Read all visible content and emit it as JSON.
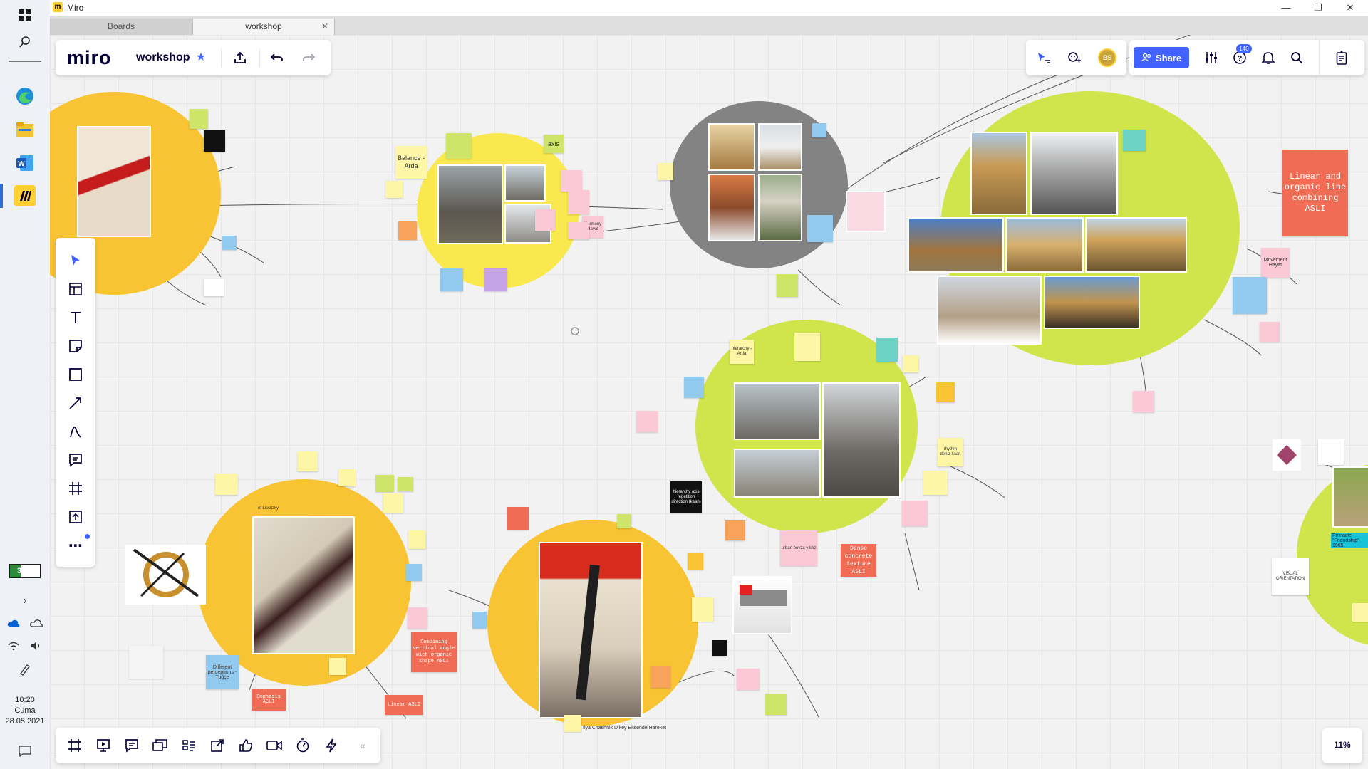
{
  "window": {
    "title": "Miro",
    "logo_glyph": "m",
    "controls": {
      "minimize": "—",
      "maximize": "❐",
      "close": "✕"
    }
  },
  "tabs": [
    {
      "label": "Boards",
      "active": false
    },
    {
      "label": "workshop",
      "active": true,
      "close": "✕"
    }
  ],
  "taskbar": {
    "battery_percent": "37%",
    "battery_level": 0.37,
    "clock_time": "10:20",
    "clock_day": "Cuma",
    "clock_date": "28.05.2021",
    "apps": [
      "windows-start",
      "search",
      "edge",
      "file-explorer",
      "word",
      "miro"
    ]
  },
  "toolbar": {
    "logo": "miro",
    "board_name": "workshop",
    "star_glyph": "★",
    "share_label": "Share",
    "avatar_initials": "BS",
    "help_badge": "140"
  },
  "zoom": {
    "level": "11%"
  },
  "canvas": {
    "notes": {
      "balance": "Balance -Arda",
      "axis": "axis",
      "linear_organic": "Linear and organic line combining ASLI",
      "movement": "Movement Hayat",
      "dense_concrete": "Dense concrete texture ASLI",
      "combining_vertical": "Combining vertical angle with organic shape ASLI",
      "different_perceptions": "Different perceptions -Tuğçe",
      "emphasis": "Emphasis ASLI",
      "linear_asli": "Linear ASLI",
      "hierarchy": "hierarchy -Arda",
      "rhythm_deniz": "rhythm deniz kaan",
      "urban_beyza": "urban beyza yıldız",
      "harmony": "Harmony Hayat",
      "visual_orientation": "VISUAL ORIENTATION",
      "dark_note": "hierarchy axis repetition direction (kaan)",
      "el_lissitzky": "el Lissitzky",
      "caption_chashnik": "Ilya Chashnik Dikey Eksende Hareket",
      "pinnacle": "Pinnacle \"Friendship\" 1965"
    }
  },
  "left_tools": [
    "select-icon",
    "templates-icon",
    "text-icon",
    "sticky-note-icon",
    "shape-icon",
    "line-icon",
    "pen-icon",
    "comment-icon",
    "frame-icon",
    "upload-icon",
    "more-icon"
  ],
  "bottom_tools": [
    "frames-icon",
    "presentation-icon",
    "comments-icon",
    "cards-icon",
    "kanban-icon",
    "screen-share-icon",
    "reaction-icon",
    "video-icon",
    "timer-icon",
    "lightning-icon"
  ],
  "colors": {
    "miro_yellow": "#ffd02f",
    "share_blue": "#4262ff",
    "circle_yellow": "#f8c433",
    "circle_lime": "#cfe54b",
    "circle_gray": "#838383",
    "note_red": "#f16c54"
  }
}
